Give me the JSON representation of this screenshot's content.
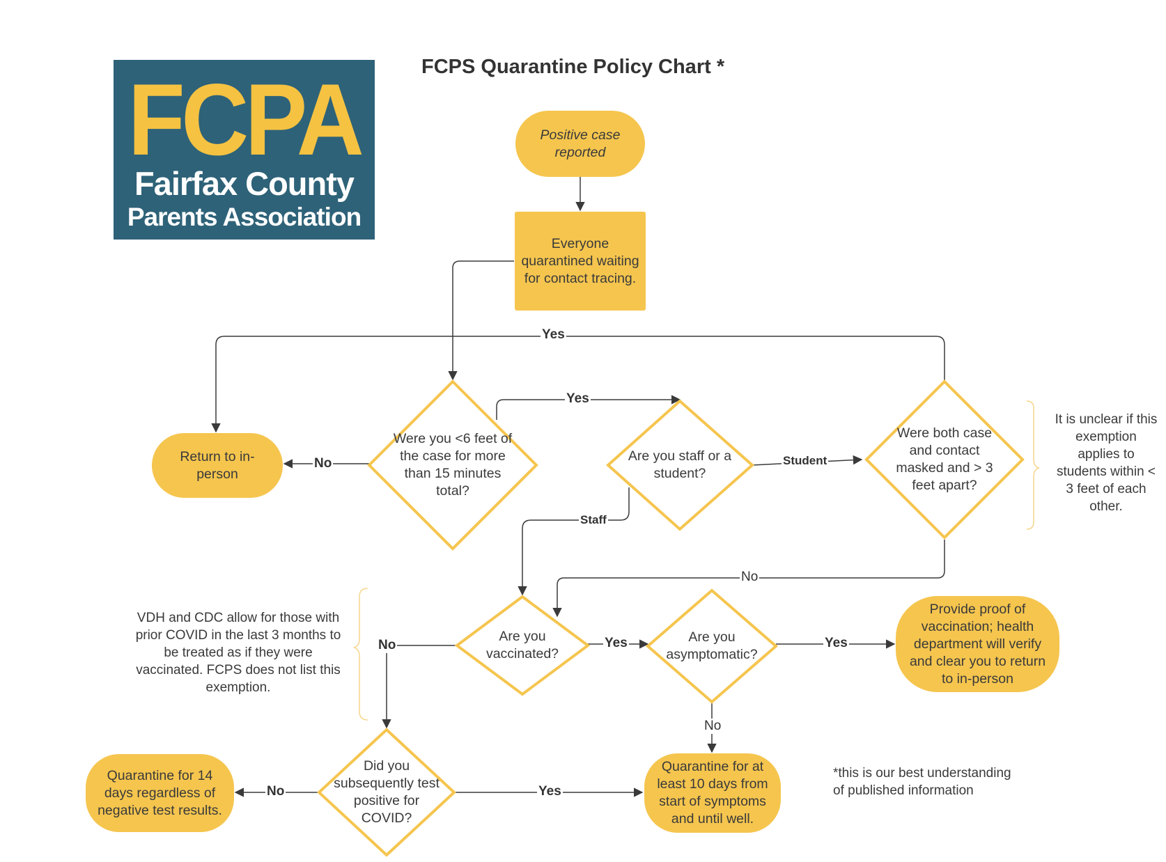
{
  "logo": {
    "letters": "FCPA",
    "line2": "Fairfax County",
    "line3": "Parents Association"
  },
  "title": "FCPS Quarantine Policy Chart *",
  "nodes": {
    "positive_case": "Positive case reported",
    "everyone_quarantined": "Everyone quarantined waiting for contact tracing.",
    "return_in_person": "Return to in-person",
    "within_6_feet": "Were you <6 feet of the case for more than 15 minutes total?",
    "staff_or_student": "Are you staff or a student?",
    "both_masked": "Were both case and contact masked and > 3 feet apart?",
    "vaccinated": "Are you vaccinated?",
    "asymptomatic": "Are you asymptomatic?",
    "proof_of_vaccination": "Provide proof of vaccination; health department will verify and clear you to return to in-person",
    "tested_positive": "Did you subsequently test positive for COVID?",
    "quarantine_14": "Quarantine for 14 days regardless of negative test results.",
    "quarantine_10": "Quarantine for at least 10 days from start of symptoms and until well."
  },
  "notes": {
    "exemption_unclear": "It is unclear if this exemption applies to students within < 3 feet of each other.",
    "vdh_cdc": "VDH and CDC allow for those with prior COVID in the last 3 months to be treated as if they were vaccinated. FCPS does not list this exemption.",
    "footnote": "*this is our best understanding of published information"
  },
  "edge_labels": {
    "yes_top": "Yes",
    "no_return": "No",
    "yes_staff_student": "Yes",
    "student": "Student",
    "staff": "Staff",
    "no_masked": "No",
    "no_vaccinated": "No",
    "yes_vaccinated": "Yes",
    "yes_asymptomatic": "Yes",
    "no_asymptomatic": "No",
    "no_tested": "No",
    "yes_tested": "Yes"
  },
  "colors": {
    "node_fill": "#f5c54e",
    "diamond_stroke": "#f5c54e",
    "logo_bg": "#2e6278",
    "logo_letters": "#f5c242",
    "connector": "#3a3a3a"
  }
}
